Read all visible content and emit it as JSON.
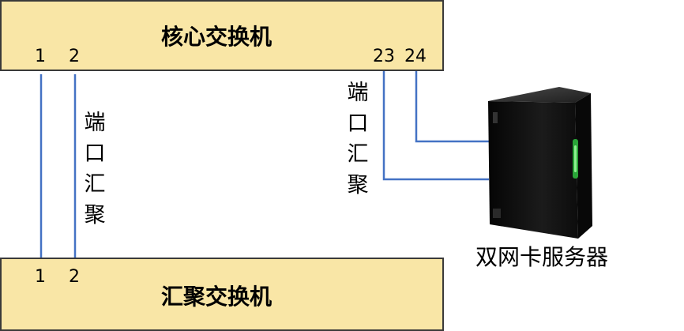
{
  "core_switch": {
    "title": "核心交换机",
    "ports": {
      "p1": "1",
      "p2": "2",
      "p23": "23",
      "p24": "24"
    }
  },
  "aggregation_switch": {
    "title": "汇聚交换机",
    "ports": {
      "p1": "1",
      "p2": "2"
    }
  },
  "labels": {
    "left_link": "端口汇聚",
    "right_link": "端口汇聚"
  },
  "server": {
    "label": "双网卡服务器",
    "icon": "tower-server-icon"
  },
  "colors": {
    "switch_fill": "#f9e6a6",
    "switch_border": "#3a3a3a",
    "link_line": "#4472c4",
    "server_body": "#111111",
    "server_led": "#2fbf3f"
  }
}
